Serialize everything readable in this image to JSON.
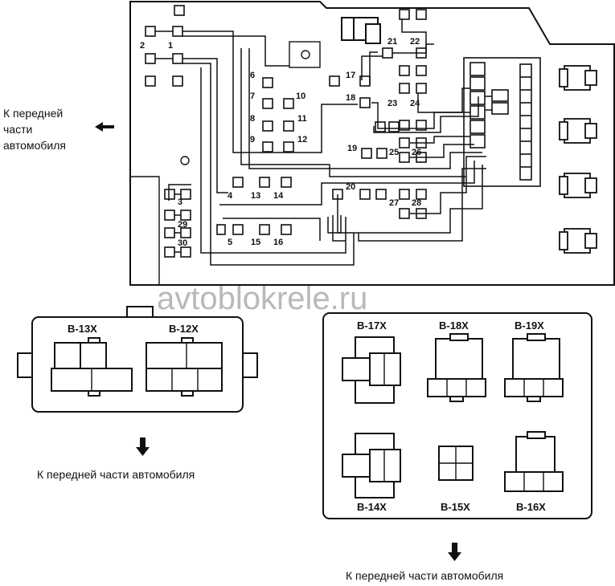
{
  "watermark": "avtoblokrele.ru",
  "front_label": {
    "line1": "К передней",
    "line2": "части",
    "line3": "автомобиля"
  },
  "front_caption_left": "К передней части автомобиля",
  "front_caption_right": "К передней части автомобиля",
  "fuse_numbers": [
    "1",
    "2",
    "3",
    "4",
    "5",
    "6",
    "7",
    "8",
    "9",
    "10",
    "11",
    "12",
    "13",
    "14",
    "15",
    "16",
    "17",
    "18",
    "19",
    "20",
    "21",
    "22",
    "23",
    "24",
    "25",
    "26",
    "27",
    "28",
    "29",
    "30"
  ],
  "connectors_left": [
    "B-13X",
    "B-12X"
  ],
  "connectors_right_top": [
    "B-17X",
    "B-18X",
    "B-19X"
  ],
  "connectors_right_bottom": [
    "B-14X",
    "B-15X",
    "B-16X"
  ]
}
